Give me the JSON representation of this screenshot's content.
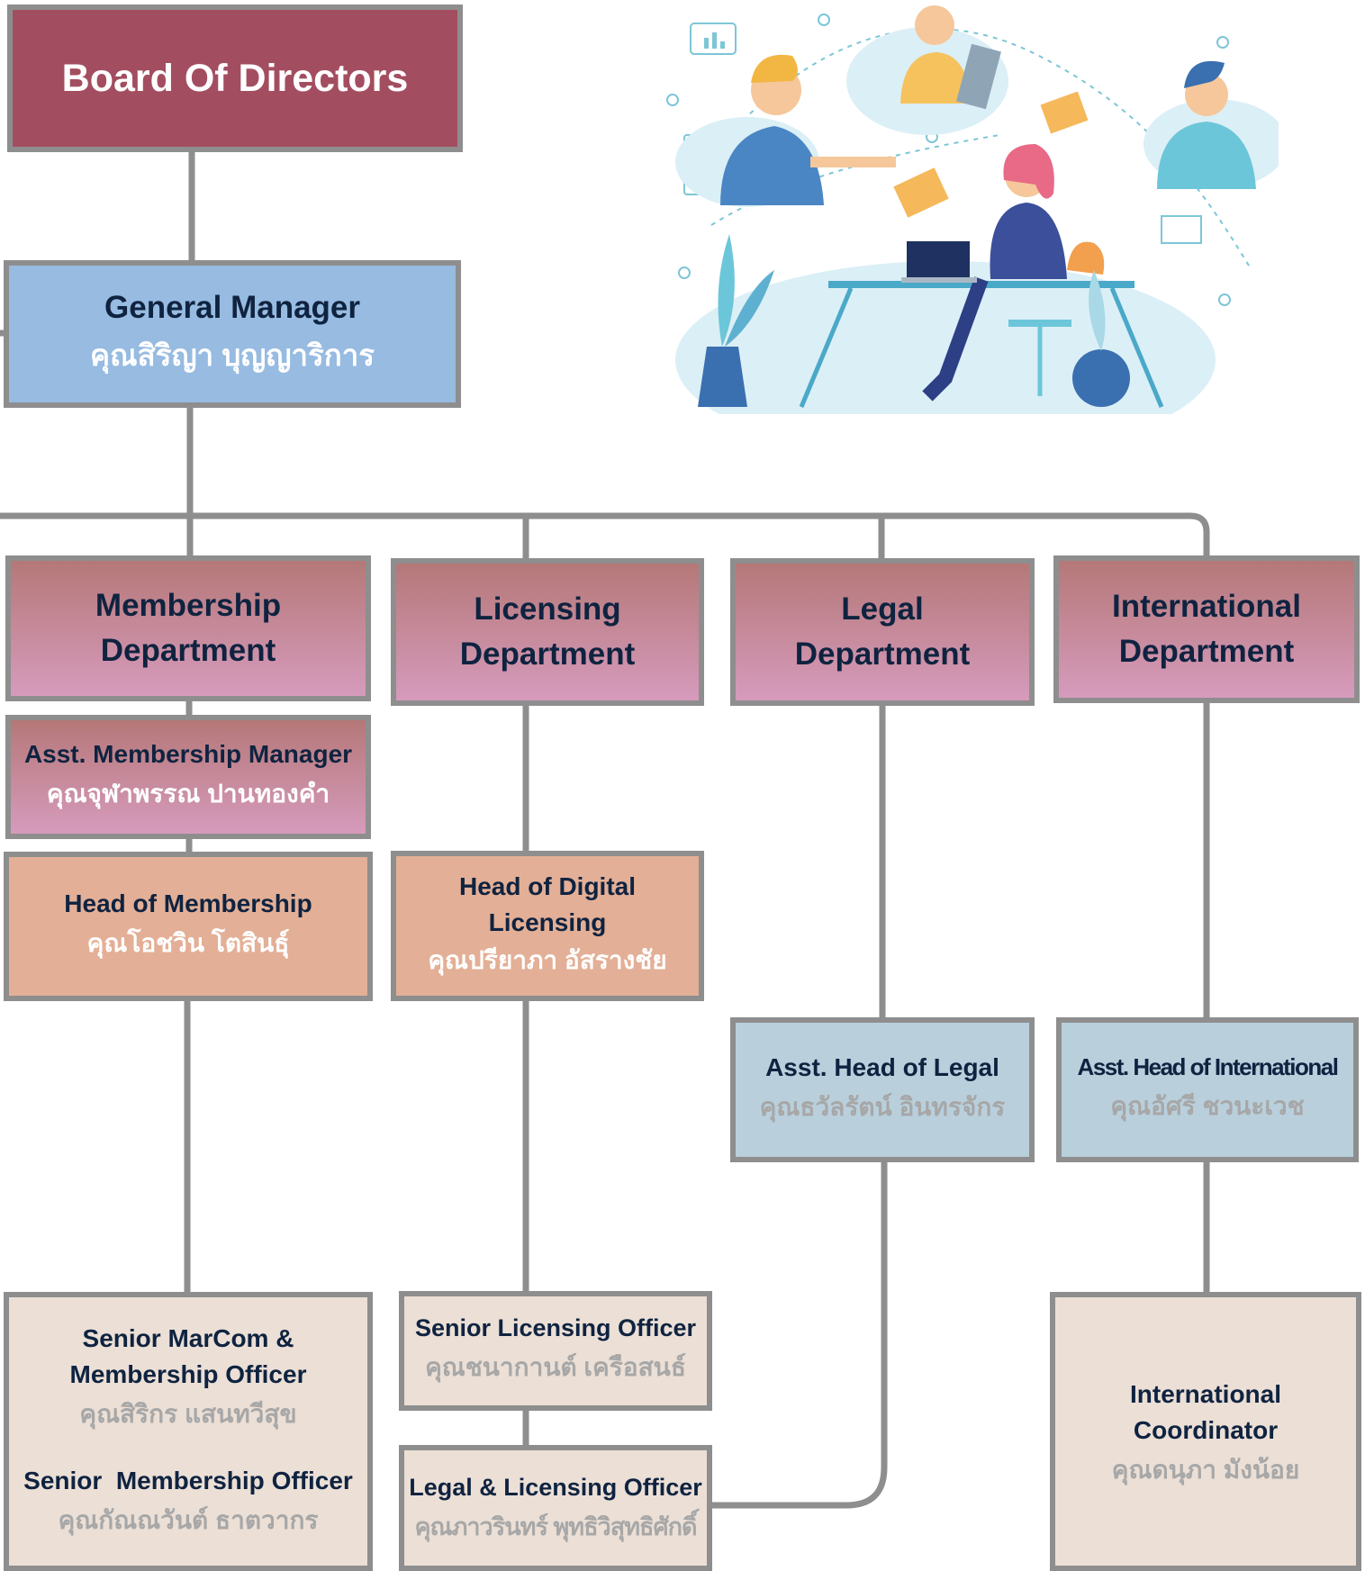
{
  "colors": {
    "board": "#a34e60",
    "general_manager": "#97bbe1",
    "department_top": "#b57878",
    "department_bottom": "#d69bbc",
    "head": "#e3af96",
    "asst_head": "#b9cfdc",
    "officer": "#ebdfd6",
    "connector": "#8e8e8e",
    "title_text": "#0f2340"
  },
  "board": {
    "title": "Board Of Directors"
  },
  "general_manager": {
    "title": "General Manager",
    "name": "คุณสิริญา บุญญาริการ"
  },
  "departments": [
    {
      "line1": "Membership",
      "line2": "Department"
    },
    {
      "line1": "Licensing",
      "line2": "Department"
    },
    {
      "line1": "Legal",
      "line2": "Department"
    },
    {
      "line1": "International",
      "line2": "Department"
    }
  ],
  "membership": {
    "asst_manager": {
      "title": "Asst. Membership Manager",
      "name": "คุณจุฬาพรรณ ปานทองคำ"
    },
    "head": {
      "title": "Head of Membership",
      "name": "คุณโอชวิน โตสินธุ์"
    },
    "officers": [
      {
        "title_line1": "Senior MarCom &",
        "title_line2": "Membership Officer",
        "name": "คุณสิริกร แสนทวีสุข"
      },
      {
        "title": "Senior  Membership Officer",
        "name": "คุณกัณณวันต์ ธาตวากร"
      }
    ]
  },
  "licensing": {
    "head": {
      "title_line1": "Head of Digital",
      "title_line2": "Licensing",
      "name": "คุณปรียาภา อัสรางชัย"
    },
    "senior_officer": {
      "title": "Senior Licensing Officer",
      "name": "คุณชนากานต์ เครือสนธ์"
    },
    "legal_licensing_officer": {
      "title": "Legal & Licensing Officer",
      "name": "คุณภาวรินทร์ พุทธิวิสุทธิศักดิ์"
    }
  },
  "legal": {
    "asst_head": {
      "title": "Asst. Head of Legal",
      "name": "คุณธวัลรัตน์ อินทรจักร"
    }
  },
  "international": {
    "asst_head": {
      "title": "Asst. Head of International",
      "name": "คุณอัศรี ชวนะเวช"
    },
    "coordinator": {
      "title_line1": "International",
      "title_line2": "Coordinator",
      "name": "คุณดนุภา มังน้อย"
    }
  },
  "illustration": {
    "icon": "remote-team-collaboration-illustration"
  }
}
